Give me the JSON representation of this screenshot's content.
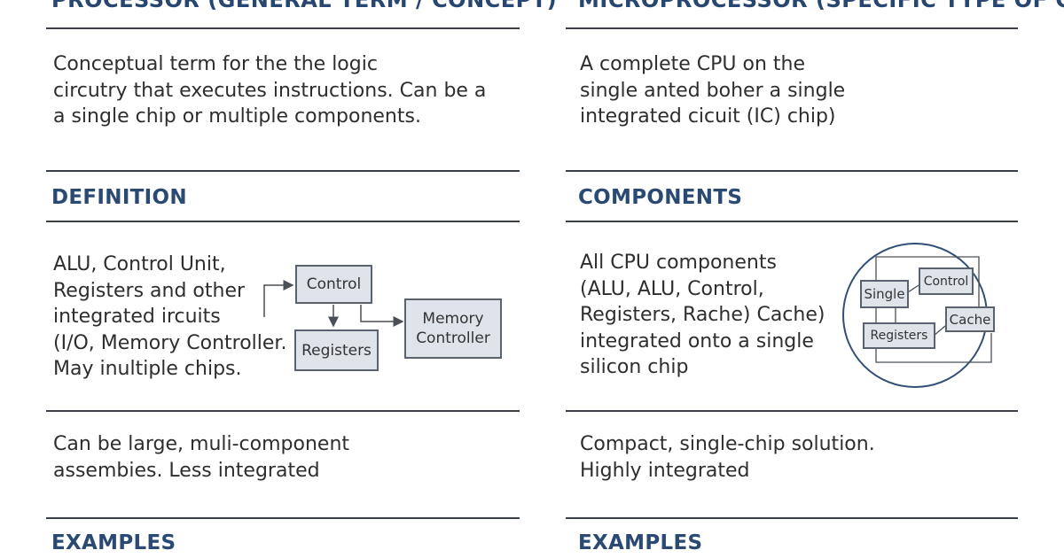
{
  "left_column": {
    "title": "PROCESSOR (GENERAL TERM / CONCEPT)",
    "intro": [
      "Conceptual term for the the logic",
      "circutry that executes instructions. Can be a",
      "a single chip or multiple components."
    ],
    "section1_title": "DEFINITION",
    "components_text": [
      "ALU, Control Unit,",
      "Registers and other",
      "integrated ircuits",
      "(I/O, Memory Controller.",
      "May inultiple chips."
    ],
    "diagram": {
      "control": "Control",
      "registers": "Registers",
      "memory_controller": [
        "Memory",
        "Controller"
      ]
    },
    "size_text": [
      "Can be large, muli-component",
      "assembies. Less integrated"
    ],
    "section2_title": "EXAMPLES"
  },
  "right_column": {
    "title": "MICROPROCESSOR (SPECIFIC TYPE OF CPU)",
    "intro": [
      "A complete CPU on the",
      "single anted boher a single",
      "integrated cicuit (IC) chip)"
    ],
    "section1_title": "COMPONENTS",
    "components_text": [
      "All CPU components",
      "(ALU, ALU, Control,",
      "Registers, Rache) Cache)",
      "integrated onto a single",
      "silicon chip"
    ],
    "chip_diagram": {
      "single": "Single",
      "control": "Control",
      "cache": "Cache",
      "registers": "Registers"
    },
    "size_text": [
      "Compact, single-chip solution.",
      "Highly integrated"
    ],
    "section2_title": "EXAMPLES"
  },
  "colors": {
    "heading": "#2a4a73",
    "rule": "#3a3f47",
    "box_fill": "#dfe3ea",
    "chip_circle": "#2f4f75"
  }
}
